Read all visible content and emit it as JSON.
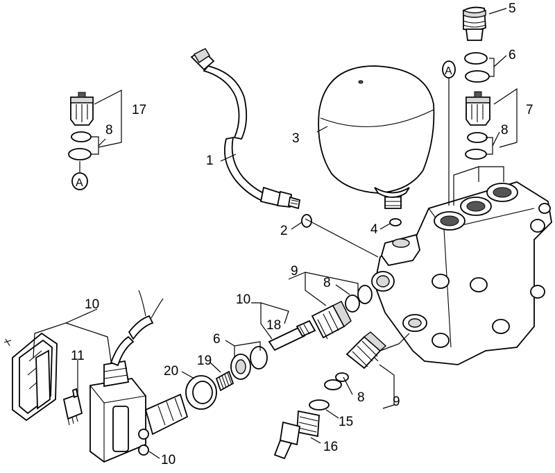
{
  "labels": [
    {
      "id": "5",
      "text": "5"
    },
    {
      "id": "6a",
      "text": "6"
    },
    {
      "id": "7",
      "text": "7"
    },
    {
      "id": "8a",
      "text": "8"
    },
    {
      "id": "17",
      "text": "17"
    },
    {
      "id": "8b",
      "text": "8"
    },
    {
      "id": "3",
      "text": "3"
    },
    {
      "id": "1",
      "text": "1"
    },
    {
      "id": "2",
      "text": "2"
    },
    {
      "id": "4",
      "text": "4"
    },
    {
      "id": "9a",
      "text": "9"
    },
    {
      "id": "8c",
      "text": "8"
    },
    {
      "id": "10a",
      "text": "10"
    },
    {
      "id": "10b",
      "text": "10"
    },
    {
      "id": "18",
      "text": "18"
    },
    {
      "id": "6b",
      "text": "6"
    },
    {
      "id": "19",
      "text": "19"
    },
    {
      "id": "20",
      "text": "20"
    },
    {
      "id": "11",
      "text": "11"
    },
    {
      "id": "8d",
      "text": "8"
    },
    {
      "id": "9b",
      "text": "9"
    },
    {
      "id": "15",
      "text": "15"
    },
    {
      "id": "16",
      "text": "16"
    },
    {
      "id": "10c",
      "text": "10"
    }
  ],
  "markers": [
    {
      "id": "A1",
      "text": "A"
    },
    {
      "id": "A2",
      "text": "A"
    }
  ]
}
